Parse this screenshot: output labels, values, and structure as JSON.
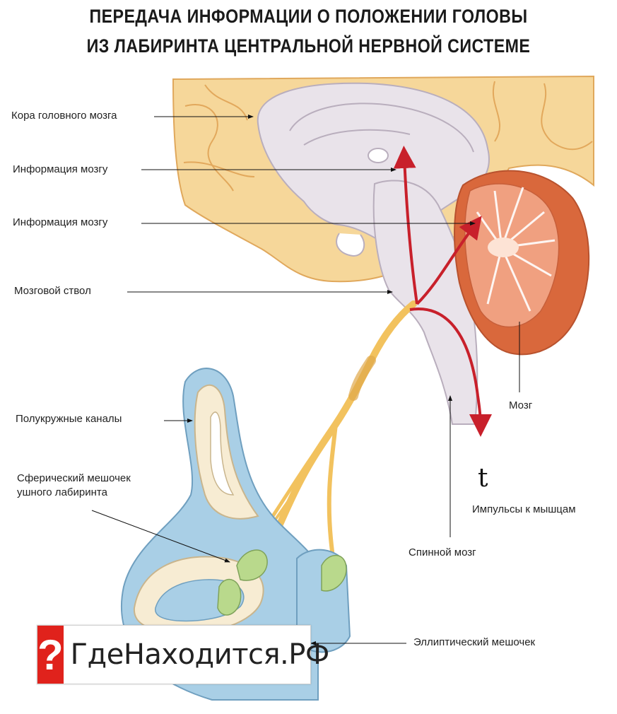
{
  "title": {
    "line1": "ПЕРЕДАЧА ИНФОРМАЦИИ О ПОЛОЖЕНИИ ГОЛОВЫ",
    "line2": "ИЗ ЛАБИРИНТА ЦЕНТРАЛЬНОЙ НЕРВНОЙ СИСТЕМЕ"
  },
  "labels": {
    "cortex": "Кора головного мозга",
    "info1": "Информация мозгу",
    "info2": "Информация мозгу",
    "brainstem": "Мозговой ствол",
    "canals": "Полукружные каналы",
    "saccule_1": "Сферический мешочек",
    "saccule_2": "ушного лабиринта",
    "brain": "Мозг",
    "impulses": "Импульсы к мышцам",
    "spinal": "Спинной мозг",
    "utricle": "Эллиптический мешочек"
  },
  "watermark": {
    "icon": "?",
    "text": "ГдеНаходится.РФ"
  },
  "colors": {
    "cortex_fill": "#f6d79a",
    "cortex_stroke": "#e0a85c",
    "inner_grey": "#e9e3ea",
    "cerebellum_outer": "#d9683c",
    "cerebellum_inner": "#f0a080",
    "labyrinth_blue": "#a9cfe6",
    "labyrinth_cream": "#f7ecd3",
    "nerve_yellow": "#f2c25e",
    "vesicle_green": "#b9d98c",
    "arrow_red": "#c8202b"
  }
}
